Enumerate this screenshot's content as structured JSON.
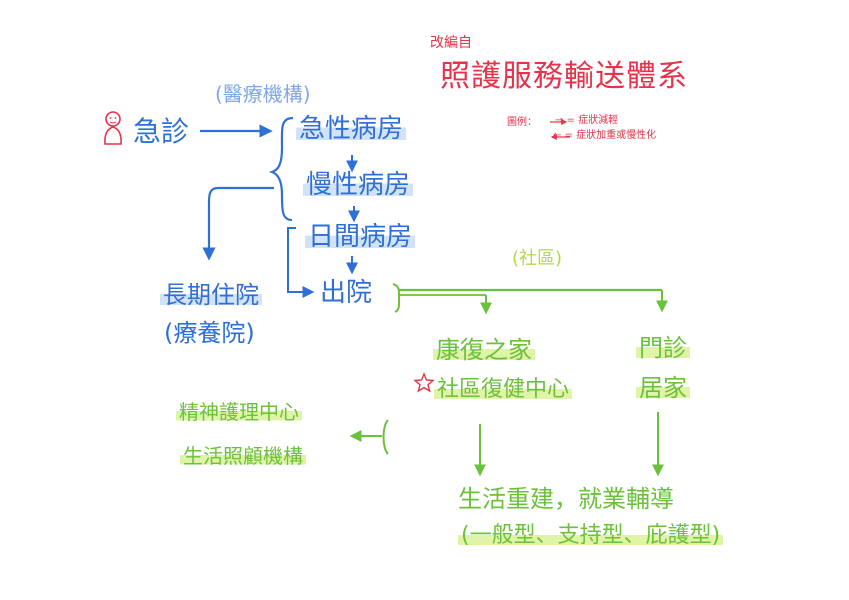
{
  "header": {
    "author": "改編自",
    "title": "照護服務輸送體系"
  },
  "legend": {
    "label": "圖例：",
    "item1": "→ = 症狀減輕",
    "item2": "← = 症狀加重或慢性化"
  },
  "groups": {
    "medical": "(醫療機構)",
    "community": "(社區)"
  },
  "nodes": {
    "emergency": "急診",
    "acute": "急性病房",
    "chronic": "慢性病房",
    "day": "日間病房",
    "discharge": "出院",
    "long_term_1": "長期住院",
    "long_term_2": "(療養院)",
    "rehab_home": "康復之家",
    "community_rehab": "社區復健中心",
    "outpatient": "門診",
    "home": "居家",
    "nursing_center": "精神護理中心",
    "care_institution": "生活照顧機構",
    "life_rebuild": "生活重建，就業輔導",
    "employment_types": "(一般型、支持型、庇護型)"
  },
  "colors": {
    "title": "#e8324a",
    "medical": "#2f6fd6",
    "community": "#6cc13a",
    "highlight_green": "#d6f08a",
    "highlight_blue": "#bed7f5"
  }
}
